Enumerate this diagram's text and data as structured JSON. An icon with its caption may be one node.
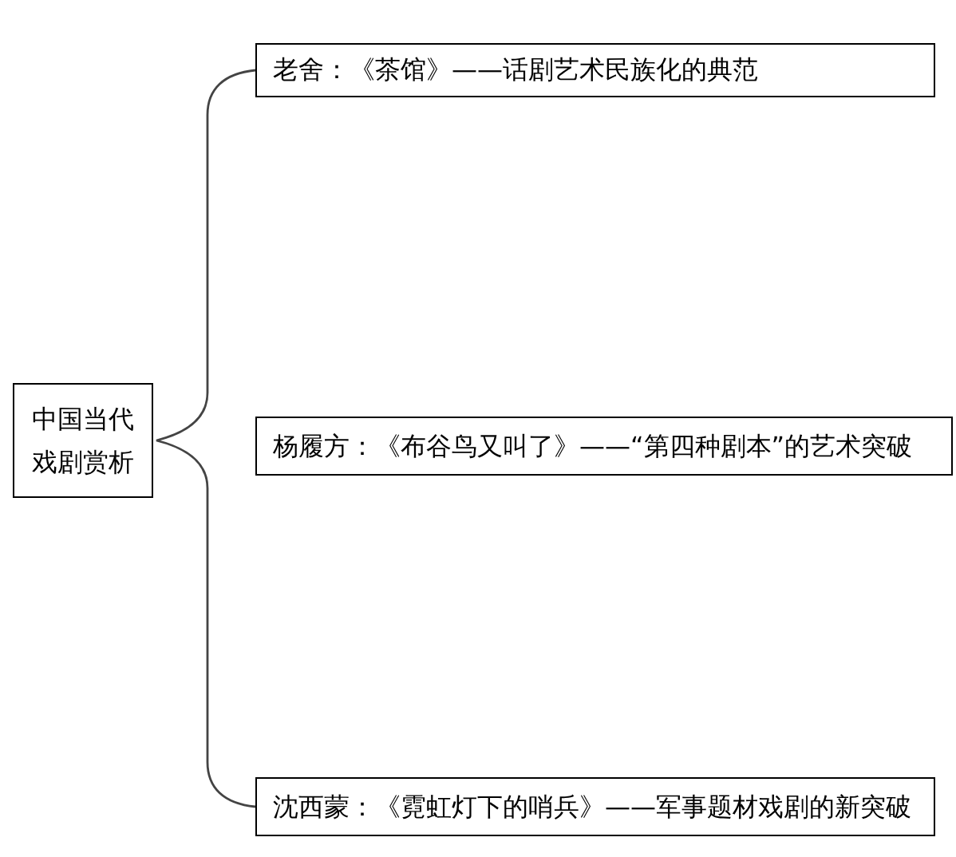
{
  "diagram": {
    "nodes": [
      {
        "text": [
          "中国当代戏剧赏析"
        ]
      },
      {
        "text": [
          "老舍：《茶馆》——话剧艺术民族化的典范"
        ]
      },
      {
        "text": [
          "杨履方：《布谷鸟又叫了》——“第四种剧本”的艺术突破"
        ]
      },
      {
        "text": [
          "沈西蒙：《霓虹灯下的哨兵》——军事题材戏剧的新突破"
        ]
      }
    ],
    "edges": [
      {
        "from": 0,
        "to": 1,
        "arrow": "none"
      },
      {
        "from": 0,
        "to": 3,
        "arrow": "none"
      }
    ]
  }
}
